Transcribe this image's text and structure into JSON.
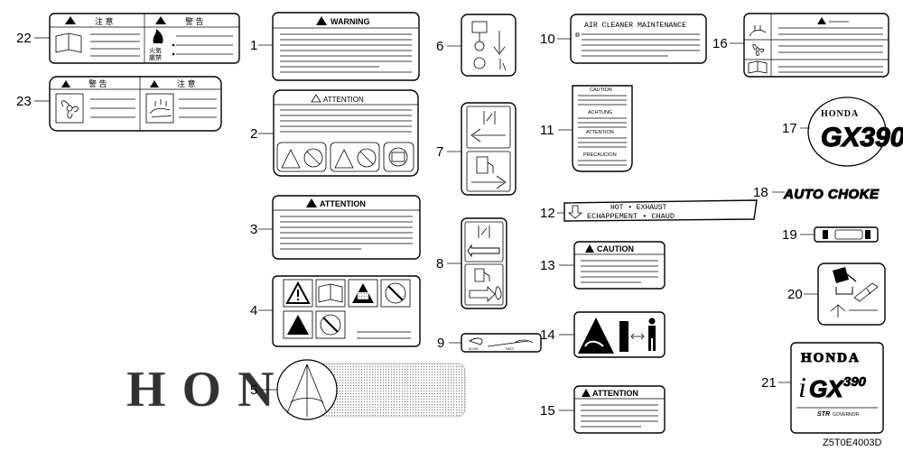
{
  "diagram_code": "Z5T0E4003D",
  "callouts": [
    "1",
    "2",
    "3",
    "4",
    "5",
    "6",
    "7",
    "8",
    "9",
    "10",
    "11",
    "12",
    "13",
    "14",
    "15",
    "16",
    "17",
    "18",
    "19",
    "20",
    "21",
    "22",
    "23"
  ],
  "labels": {
    "warning": "WARNING",
    "attention": "ATTENTION",
    "caution": "CAUTION",
    "air_cleaner": "AIR CLEANER MAINTENANCE",
    "multi": [
      "CAUTION",
      "ACHTUNG",
      "ATTENTION",
      "PRECAUCION"
    ],
    "hot_line1": "HOT • EXHAUST",
    "hot_line2": "ECHAPPEMENT • CHAUD",
    "auto_choke": "AUTO CHOKE",
    "honda": "HONDA",
    "gx390": "GX390",
    "igx_i": "i",
    "igx_gx": "GX",
    "igx_num": "390",
    "str": "STR",
    "governor": "GOVERNOR",
    "jp_caution": "注 意",
    "jp_warning": "警 告",
    "jp_fire": "火気",
    "jp_ban": "厳禁",
    "jp_warning_t": "警 告",
    "jp_caution_t": "注 意"
  },
  "icons": [
    "warning-triangle-icon",
    "book-icon",
    "fire-icon",
    "fan-icon",
    "hand-burn-icon",
    "fuel-pump-icon",
    "arrow-left-icon",
    "arrow-right-icon",
    "choke-lever-icon",
    "no-entry-icon",
    "battery-icon",
    "oil-can-icon",
    "person-icon",
    "hot-surface-icon"
  ]
}
